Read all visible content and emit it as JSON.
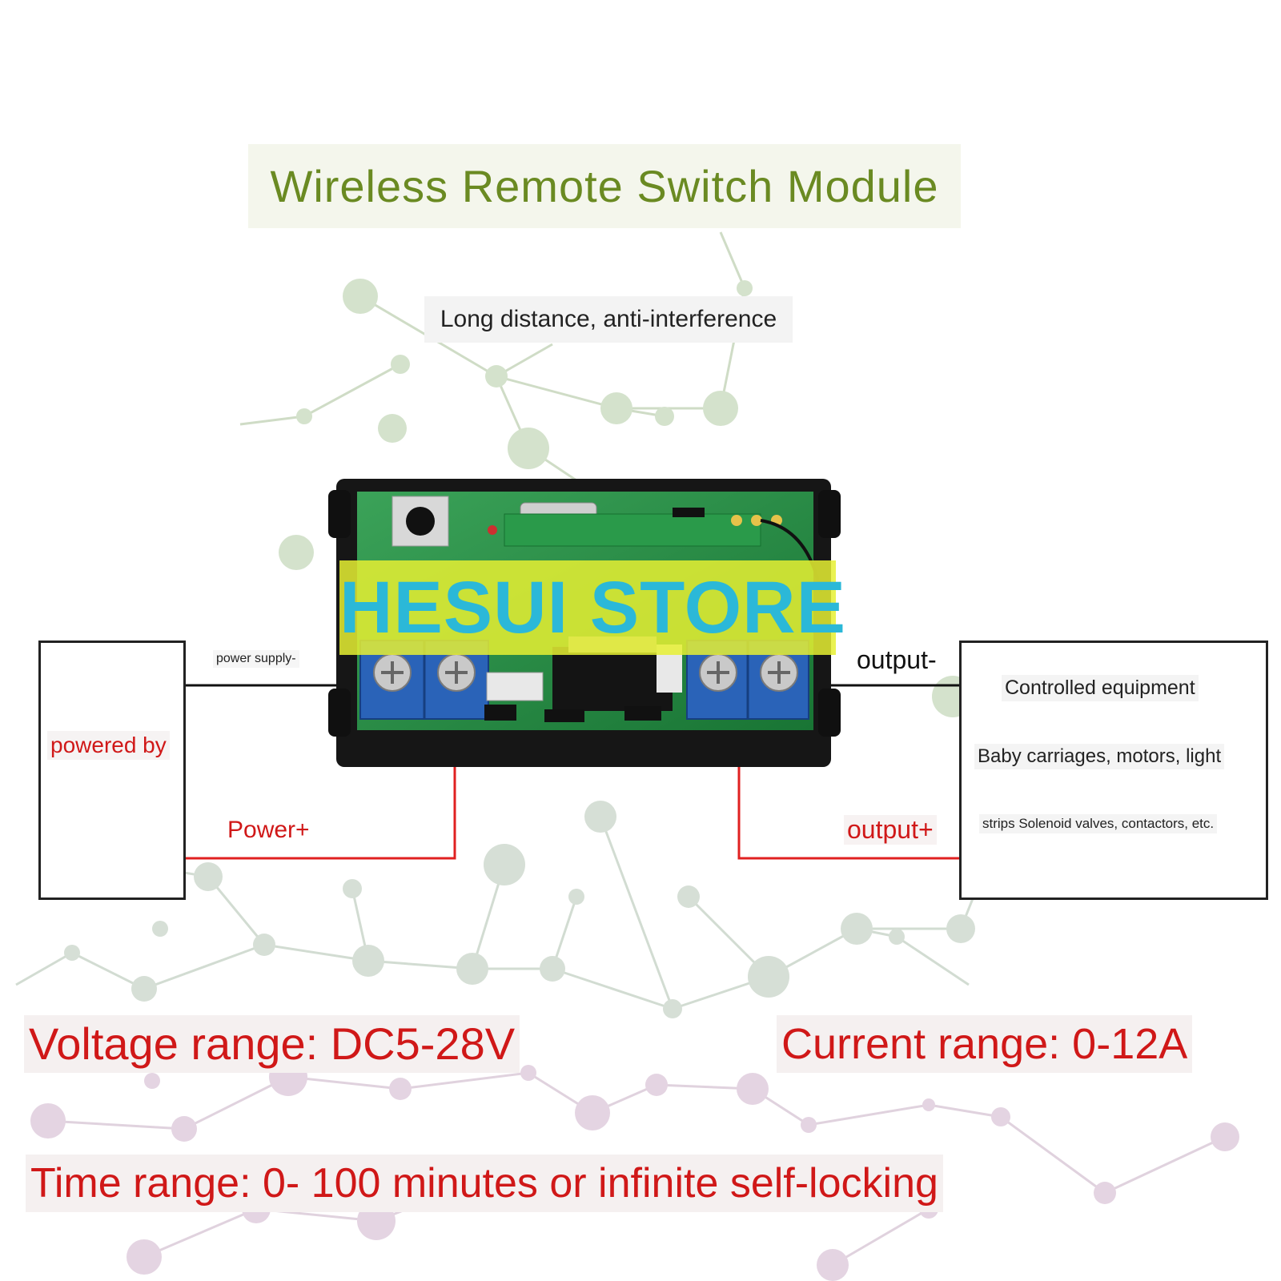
{
  "title": "Wireless Remote Switch Module",
  "subtitle": "Long distance, anti-interference",
  "watermark": "HESUI STORE",
  "left_box": {
    "label": "powered by"
  },
  "left_wires": {
    "negative": "power supply-",
    "positive": "Power+"
  },
  "right_wires": {
    "negative": "output-",
    "positive": "output+"
  },
  "right_box": {
    "heading": "Controlled equipment",
    "line1": "Baby carriages, motors, light",
    "line2": "strips Solenoid valves, contactors, etc."
  },
  "specs": {
    "voltage": "Voltage range: DC5-28V",
    "current": "Current range: 0-12A",
    "time": "Time range: 0- 100 minutes or infinite self-locking"
  },
  "colors": {
    "title": "#6a8a22",
    "spec_red": "#d01818",
    "wire_red": "#e02020",
    "terminal_blue": "#2a63b8",
    "pcb_green": "#1f8a3e",
    "watermark_bg": "#e6f032",
    "watermark_text": "#2bb8d8"
  }
}
